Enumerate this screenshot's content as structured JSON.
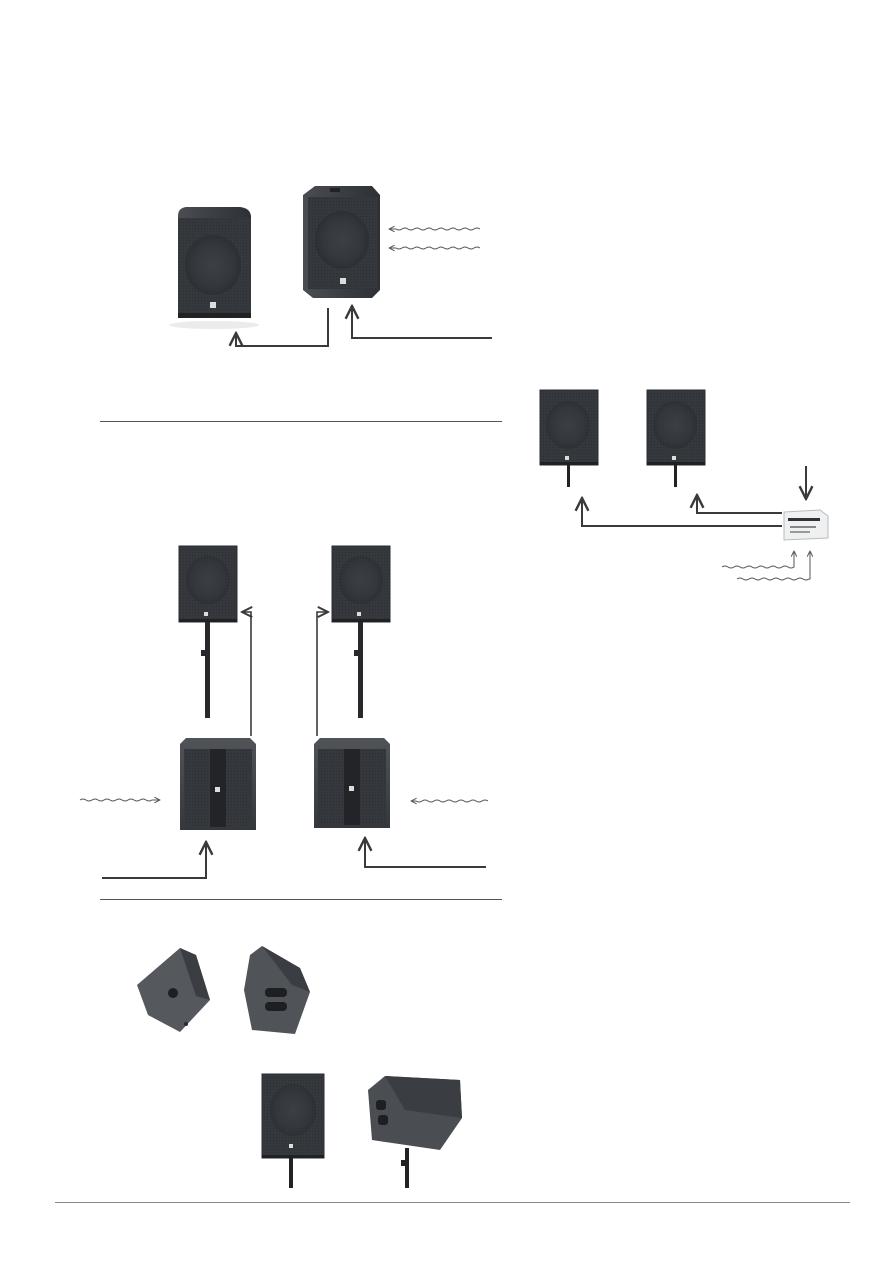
{
  "document": {
    "type": "speaker-manual-page",
    "text": [],
    "illustrations": [
      {
        "id": "section-1",
        "items": [
          "cabinet-speaker",
          "cabinet-speaker",
          "signal-input-arrow",
          "signal-input-arrow",
          "power-link-arrow",
          "power-input-arrow"
        ]
      },
      {
        "id": "section-2",
        "items": [
          "pole-mounted-speaker",
          "pole-mounted-speaker",
          "amplifier",
          "signal-input-arrow",
          "signal-input-arrow",
          "power-input-arrow"
        ]
      },
      {
        "id": "section-3",
        "items": [
          "pole-mounted-speaker",
          "pole-mounted-speaker",
          "subwoofer",
          "subwoofer",
          "link-arrow",
          "link-arrow",
          "signal-input-arrow",
          "signal-input-arrow",
          "power-input-arrow",
          "power-input-arrow"
        ]
      },
      {
        "id": "section-4",
        "items": [
          "monitor-wedge",
          "monitor-wedge",
          "pole-mounted-speaker",
          "pole-mounted-speaker"
        ]
      }
    ]
  },
  "colors": {
    "speaker_body": "#3c3f44",
    "speaker_grille": "#2b2e33",
    "arrow": "#3a3a3a",
    "rule": "#555555"
  }
}
